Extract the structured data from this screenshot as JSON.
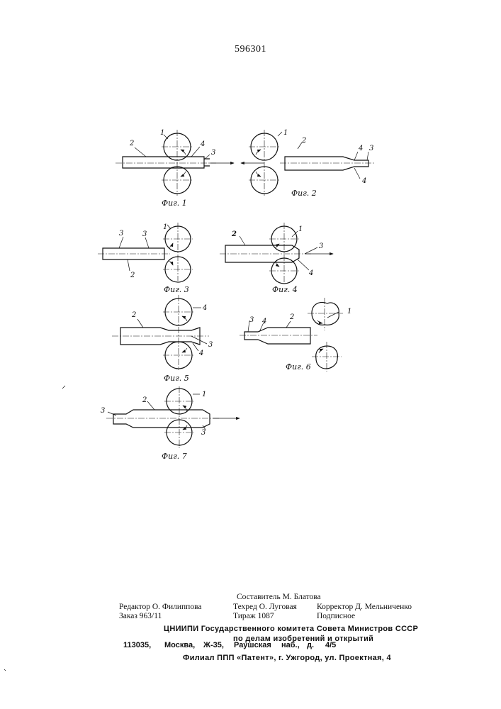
{
  "page_number": "596301",
  "figures": [
    {
      "caption": "Фиг. 1",
      "labels": [
        "1",
        "2",
        "4",
        "3"
      ]
    },
    {
      "caption": "Фиг. 2",
      "labels": [
        "1",
        "2",
        "4",
        "3",
        "4"
      ]
    },
    {
      "caption": "Фиг. 3",
      "labels": [
        "1",
        "3",
        "3",
        "2"
      ]
    },
    {
      "caption": "Фиг. 4",
      "labels": [
        "2",
        "1",
        "3",
        "4"
      ]
    },
    {
      "caption": "Фиг. 5",
      "labels": [
        "2",
        "4",
        "3",
        "4"
      ]
    },
    {
      "caption": "Фиг. 6",
      "labels": [
        "3",
        "4",
        "2",
        "1"
      ]
    },
    {
      "caption": "Фиг. 7",
      "labels": [
        "3",
        "2",
        "1",
        "3"
      ]
    }
  ],
  "imprint": {
    "compiler": "Составитель М. Блатова",
    "editor": "Редактор О. Филиппова",
    "techred": "Техред О. Луговая",
    "corrector": "Корректор Д. Мельниченко",
    "order": "Заказ 963/11",
    "circulation": "Тираж 1087",
    "subscription": "Подписное",
    "org_line1": "ЦНИИПИ Государственного комитета Совета Министров СССР",
    "org_line2": "по делам изобретений и открытий",
    "address": [
      "113035,",
      "Москва,",
      "Ж-35,",
      "Раушская",
      "наб.,",
      "д.",
      "4/5"
    ],
    "branch": "Филиал ППП «Патент», г. Ужгород, ул. Проектная, 4"
  }
}
